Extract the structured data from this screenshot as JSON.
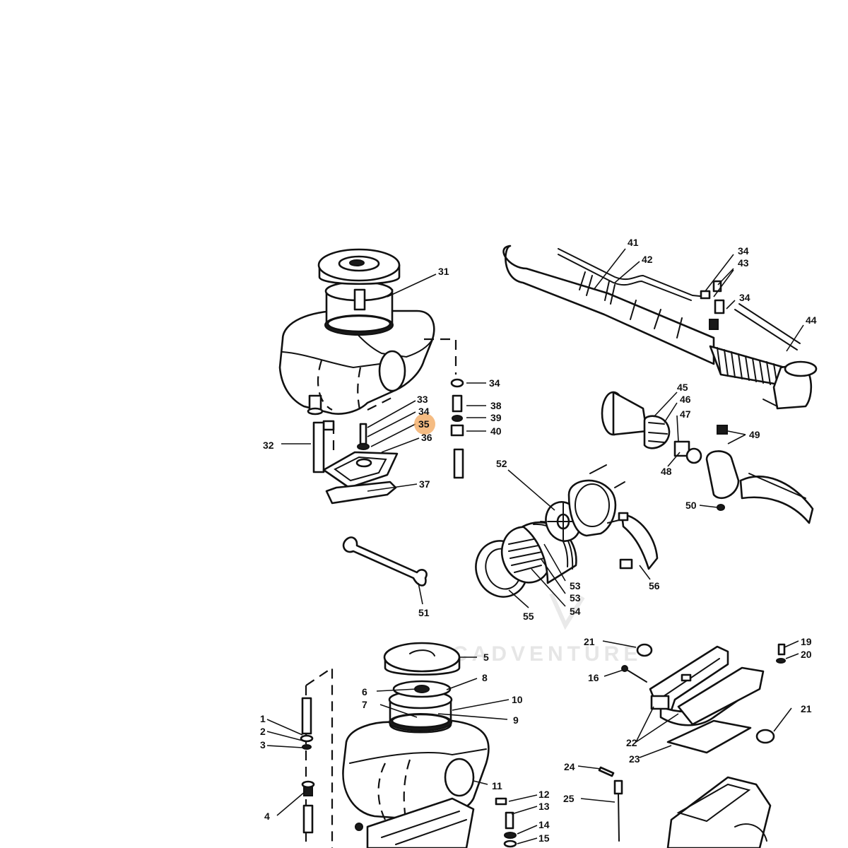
{
  "watermark": "CADVENTURE",
  "highlight_color": "#f2a65a",
  "highlighted_callout": "35",
  "callouts": {
    "c1": "1",
    "c2": "2",
    "c3": "3",
    "c4": "4",
    "c5": "5",
    "c6": "6",
    "c7": "7",
    "c8": "8",
    "c9": "9",
    "c10": "10",
    "c11": "11",
    "c12": "12",
    "c13": "13",
    "c14": "14",
    "c15": "15",
    "c16": "16",
    "c19": "19",
    "c20": "20",
    "c21a": "21",
    "c21b": "21",
    "c22": "22",
    "c23": "23",
    "c24": "24",
    "c25": "25",
    "c31": "31",
    "c32": "32",
    "c33": "33",
    "c34a": "34",
    "c34b": "34",
    "c34c": "34",
    "c34d": "34",
    "c35": "35",
    "c36": "36",
    "c37": "37",
    "c38": "38",
    "c39": "39",
    "c40": "40",
    "c41": "41",
    "c42": "42",
    "c43": "43",
    "c44": "44",
    "c45": "45",
    "c46": "46",
    "c47": "47",
    "c48": "48",
    "c49": "49",
    "c50": "50",
    "c51": "51",
    "c52": "52",
    "c53a": "53",
    "c53b": "53",
    "c54": "54",
    "c55": "55",
    "c56": "56"
  }
}
